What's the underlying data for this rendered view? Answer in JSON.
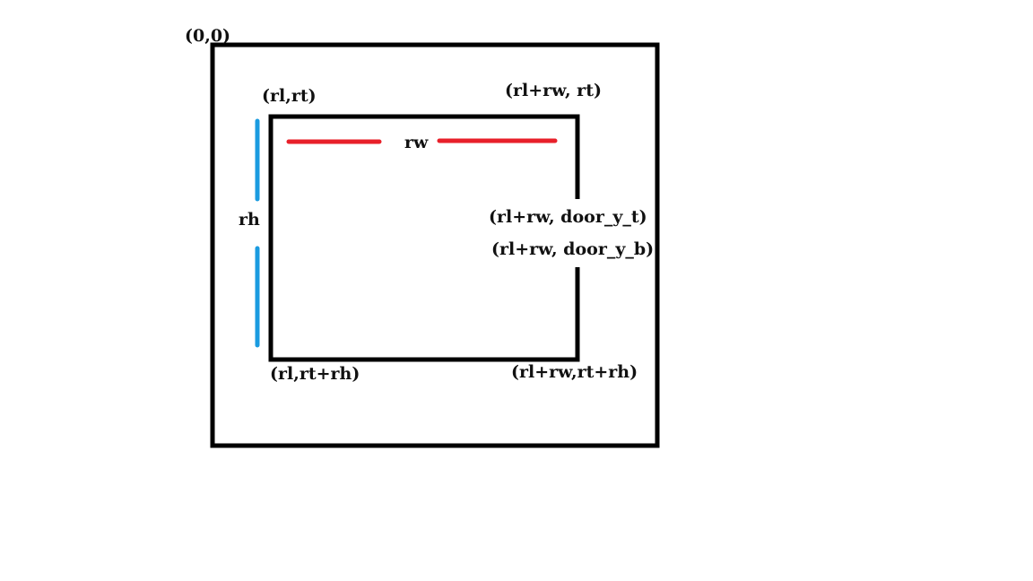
{
  "labels": {
    "origin": "(0,0)",
    "top_left": "(rl,rt)",
    "top_right": "(rl+rw, rt)",
    "width": "rw",
    "height": "rh",
    "door_top": "(rl+rw, door_y_t)",
    "door_bottom": "(rl+rw, door_y_b)",
    "bottom_left": "(rl,rt+rh)",
    "bottom_right": "(rl+rw,rt+rh)"
  },
  "colors": {
    "outline": "#000000",
    "width_marker": "#e8202a",
    "height_marker": "#1a9be0"
  }
}
